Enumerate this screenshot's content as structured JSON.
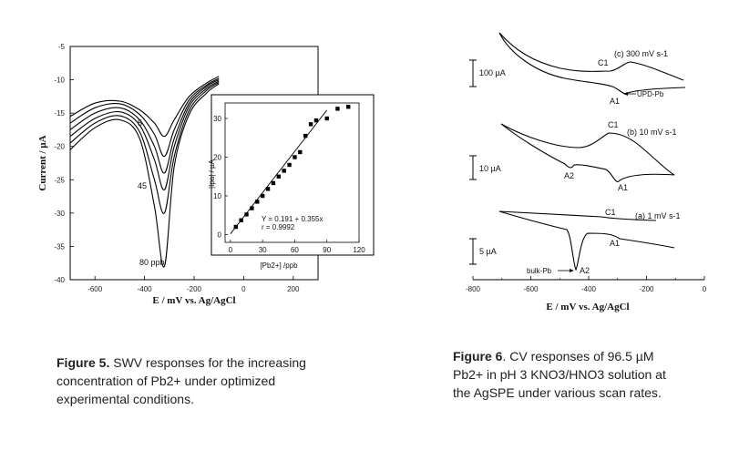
{
  "chart_data": [
    {
      "type": "line",
      "xlabel": "E / mV vs. Ag/AgCl",
      "ylabel": "Current / µA",
      "xlim": [
        -700,
        300
      ],
      "ylim": [
        -40,
        -5
      ],
      "x_ticks": [
        "-600",
        "-400",
        "-200",
        "0",
        "200"
      ],
      "y_ticks": [
        "-5",
        "-10",
        "-15",
        "-20",
        "-25",
        "-30",
        "-35",
        "-40"
      ],
      "annotations": [
        "5",
        "45",
        "80 ppb"
      ],
      "series": [
        {
          "name": "5",
          "x": [
            -700,
            -600,
            -500,
            -420,
            -360,
            -320,
            -280,
            -220,
            -150,
            -100
          ],
          "y": [
            -15.5,
            -13.5,
            -13.2,
            -14.5,
            -16.5,
            -18.5,
            -16,
            -12.5,
            -10.5,
            -9.5
          ]
        },
        {
          "x": [
            -700,
            -600,
            -500,
            -420,
            -360,
            -320,
            -280,
            -220,
            -150,
            -100
          ],
          "y": [
            -16.5,
            -14.2,
            -13.6,
            -15.2,
            -18.2,
            -21.5,
            -17.5,
            -13,
            -10.8,
            -9.8
          ]
        },
        {
          "x": [
            -700,
            -600,
            -500,
            -420,
            -360,
            -320,
            -280,
            -220,
            -150,
            -100
          ],
          "y": [
            -17.5,
            -15,
            -14.2,
            -16,
            -20,
            -24,
            -18.8,
            -13.5,
            -11,
            -10
          ]
        },
        {
          "name": "45",
          "x": [
            -700,
            -600,
            -500,
            -420,
            -360,
            -320,
            -280,
            -220,
            -150,
            -100
          ],
          "y": [
            -18.5,
            -15.8,
            -14.8,
            -16.8,
            -22,
            -26.5,
            -20,
            -14,
            -11.3,
            -10.2
          ]
        },
        {
          "x": [
            -700,
            -600,
            -500,
            -420,
            -360,
            -320,
            -280,
            -220,
            -150,
            -100
          ],
          "y": [
            -19.5,
            -16.5,
            -15.4,
            -17.8,
            -25,
            -30,
            -21.5,
            -14.6,
            -11.6,
            -10.4
          ]
        },
        {
          "name": "80 ppb",
          "x": [
            -700,
            -600,
            -500,
            -420,
            -360,
            -320,
            -280,
            -220,
            -150,
            -100
          ],
          "y": [
            -20.5,
            -17.2,
            -16,
            -18.8,
            -29,
            -38,
            -23,
            -15.2,
            -12,
            -10.6
          ]
        }
      ]
    },
    {
      "type": "scatter",
      "inset": true,
      "xlabel": "[Pb2+] /ppb",
      "ylabel": "|Ipa| / µA",
      "xlim": [
        -5,
        120
      ],
      "ylim": [
        -2,
        34
      ],
      "x_ticks": [
        "0",
        "30",
        "60",
        "90",
        "120"
      ],
      "y_ticks": [
        "0",
        "10",
        "20",
        "30"
      ],
      "equation": "Y = 0.191 + 0.355x",
      "r_value": "r = 0.9992",
      "x": [
        5,
        10,
        15,
        20,
        25,
        30,
        35,
        40,
        45,
        50,
        55,
        60,
        65,
        70,
        75,
        80,
        90,
        100,
        110
      ],
      "y": [
        2,
        3.7,
        5.2,
        6.8,
        8.5,
        10,
        11.8,
        13.3,
        15,
        16.5,
        18,
        20,
        21.3,
        25.5,
        28.5,
        29.5,
        30,
        32.5,
        33
      ]
    },
    {
      "type": "line",
      "xlabel": "E / mV vs. Ag/AgCl",
      "xlim": [
        -800,
        0
      ],
      "x_ticks": [
        "-800",
        "-600",
        "-400",
        "-200",
        "0"
      ],
      "panels": [
        {
          "label": "(c) 300 mV s-1",
          "scale_bar": "100 µA",
          "peaks": [
            "C1",
            "A1"
          ],
          "arrow_label": "UPD-Pb"
        },
        {
          "label": "(b) 10 mV s-1",
          "scale_bar": "10 µA",
          "peaks": [
            "C1",
            "A2",
            "A1"
          ]
        },
        {
          "label": "(a) 1 mV s-1",
          "scale_bar": "5 µA",
          "peaks": [
            "C1",
            "A1",
            "A2"
          ],
          "arrow_label": "bulk-Pb"
        }
      ]
    }
  ],
  "captions": {
    "fig5": {
      "label": "Figure 5.",
      "lines": [
        " SWV responses for the increasing",
        "concentration of Pb2+ under optimized",
        "experimental conditions."
      ]
    },
    "fig6": {
      "label": "Figure 6",
      "lines": [
        ". CV responses of 96.5 µM",
        "Pb2+ in pH 3 KNO3/HNO3 solution at",
        "the AgSPE under various scan rates."
      ]
    }
  }
}
